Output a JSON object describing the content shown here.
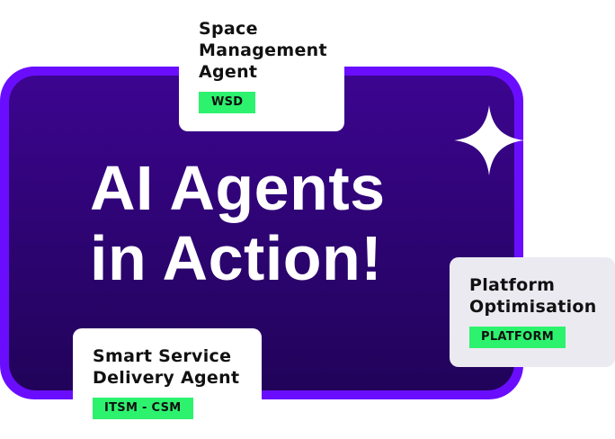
{
  "hero": {
    "line1": "AI Agents",
    "line2": "in Action!"
  },
  "cards": {
    "space": {
      "title_line1": "Space",
      "title_line2": "Management",
      "title_line3": "Agent",
      "tag": "WSD"
    },
    "smart": {
      "title_line1": "Smart Service",
      "title_line2": "Delivery Agent",
      "tag": "ITSM - CSM"
    },
    "platform": {
      "title_line1": "Platform",
      "title_line2": "Optimisation",
      "tag": "PLATFORM"
    }
  },
  "icons": {
    "sparkle": "sparkle-icon"
  },
  "colors": {
    "panel_border": "#6a0dff",
    "panel_top": "#3c0590",
    "panel_bottom": "#21035a",
    "tag_green": "#2df26e",
    "text_dark": "#111111",
    "platform_card": "#eceaf1"
  }
}
